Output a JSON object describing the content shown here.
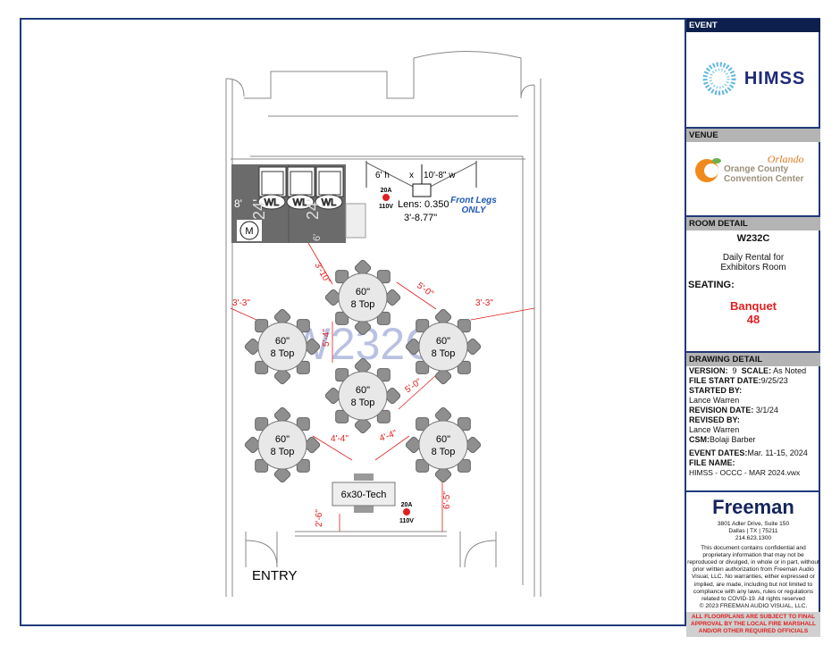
{
  "sidebar": {
    "event_header": "EVENT",
    "event_logo": "HIMSS",
    "venue_header": "VENUE",
    "venue_logo": {
      "script": "Orlando",
      "line1": "Orange County",
      "line2": "Convention Center"
    },
    "room_header": "ROOM DETAIL",
    "room_name": "W232C",
    "room_desc_1": "Daily Rental for",
    "room_desc_2": "Exhibitors Room",
    "seating_label": "SEATING:",
    "seating_style": "Banquet",
    "seating_count": "48",
    "drawing_header": "DRAWING DETAIL",
    "version_label": "VERSION:",
    "version": "9",
    "scale_label": "SCALE:",
    "scale": "As Noted",
    "file_start_label": "FILE START DATE:",
    "file_start": "9/25/23",
    "started_by_label": "STARTED BY:",
    "started_by": "Lance Warren",
    "revision_label": "REVISION DATE:",
    "revision": "3/1/24",
    "revised_by_label": "REVISED BY:",
    "revised_by": "Lance Warren",
    "csm_label": "CSM:",
    "csm": "Bolaji Barber",
    "event_dates_label": "EVENT DATES:",
    "event_dates": "Mar. 11-15, 2024",
    "file_name_label": "FILE NAME:",
    "file_name": "HIMSS - OCCC - MAR 2024.vwx",
    "company": "Freeman",
    "address_1": "3801 Adler Drive, Suite 150",
    "address_2": "Dallas | TX | 75211",
    "phone": "214.623.1300",
    "disclaimer": "This document contains confidential and proprietary information that may not be reproduced or divulged, in whole or in part, without prior written authorization from Freeman Audio Visual, LLC. No warranties, either expressed or implied, are made, including but not limited to compliance with any laws, rules or regulations related to COVID-19. All rights reserved",
    "copyright": "© 2023 FREEMAN AUDIO VISUAL, LLC.",
    "warning": "ALL FLOORPLANS ARE SUBJECT TO FINAL APPROVAL BY THE LOCAL FIRE MARSHALL AND/OR OTHER REQUIRED OFFICIALS"
  },
  "plan": {
    "room_watermark": "W232C",
    "entry": "ENTRY",
    "screen": {
      "height": "6' h",
      "x": "x",
      "width": "10'-8\" w",
      "lens": "Lens: 0.350",
      "throw": "3'-8.77\"",
      "note_1": "Front Legs",
      "note_2": "ONLY"
    },
    "power_top": {
      "amps": "20A",
      "volts": "110V"
    },
    "power_bottom": {
      "amps": "20A",
      "volts": "110V"
    },
    "wl_labels": [
      "WL",
      "WL",
      "WL"
    ],
    "m_label": "M",
    "storage_dims": {
      "d8": "8'",
      "d24a": "24'",
      "d24b": "24'",
      "d6": "6'"
    },
    "tech_table": "6x30-Tech",
    "tables": [
      {
        "size": "60\"",
        "seats": "8 Top"
      },
      {
        "size": "60\"",
        "seats": "8 Top"
      },
      {
        "size": "60\"",
        "seats": "8 Top"
      },
      {
        "size": "60\"",
        "seats": "8 Top"
      },
      {
        "size": "60\"",
        "seats": "8 Top"
      },
      {
        "size": "60\"",
        "seats": "8 Top"
      }
    ],
    "dimensions": [
      "3'-10\"",
      "3'-3\"",
      "3'-3\"",
      "5'-0\"",
      "5'-4\"",
      "5'-0\"",
      "4'-4\"",
      "4'-4\"",
      "2'-6\"",
      "6'-5\""
    ],
    "colors": {
      "dimension": "#e02020",
      "table": "#bdbdbd",
      "storage": "#6b6b6b",
      "watermark": "#3a4fb0",
      "note": "#1f5bb5"
    }
  }
}
